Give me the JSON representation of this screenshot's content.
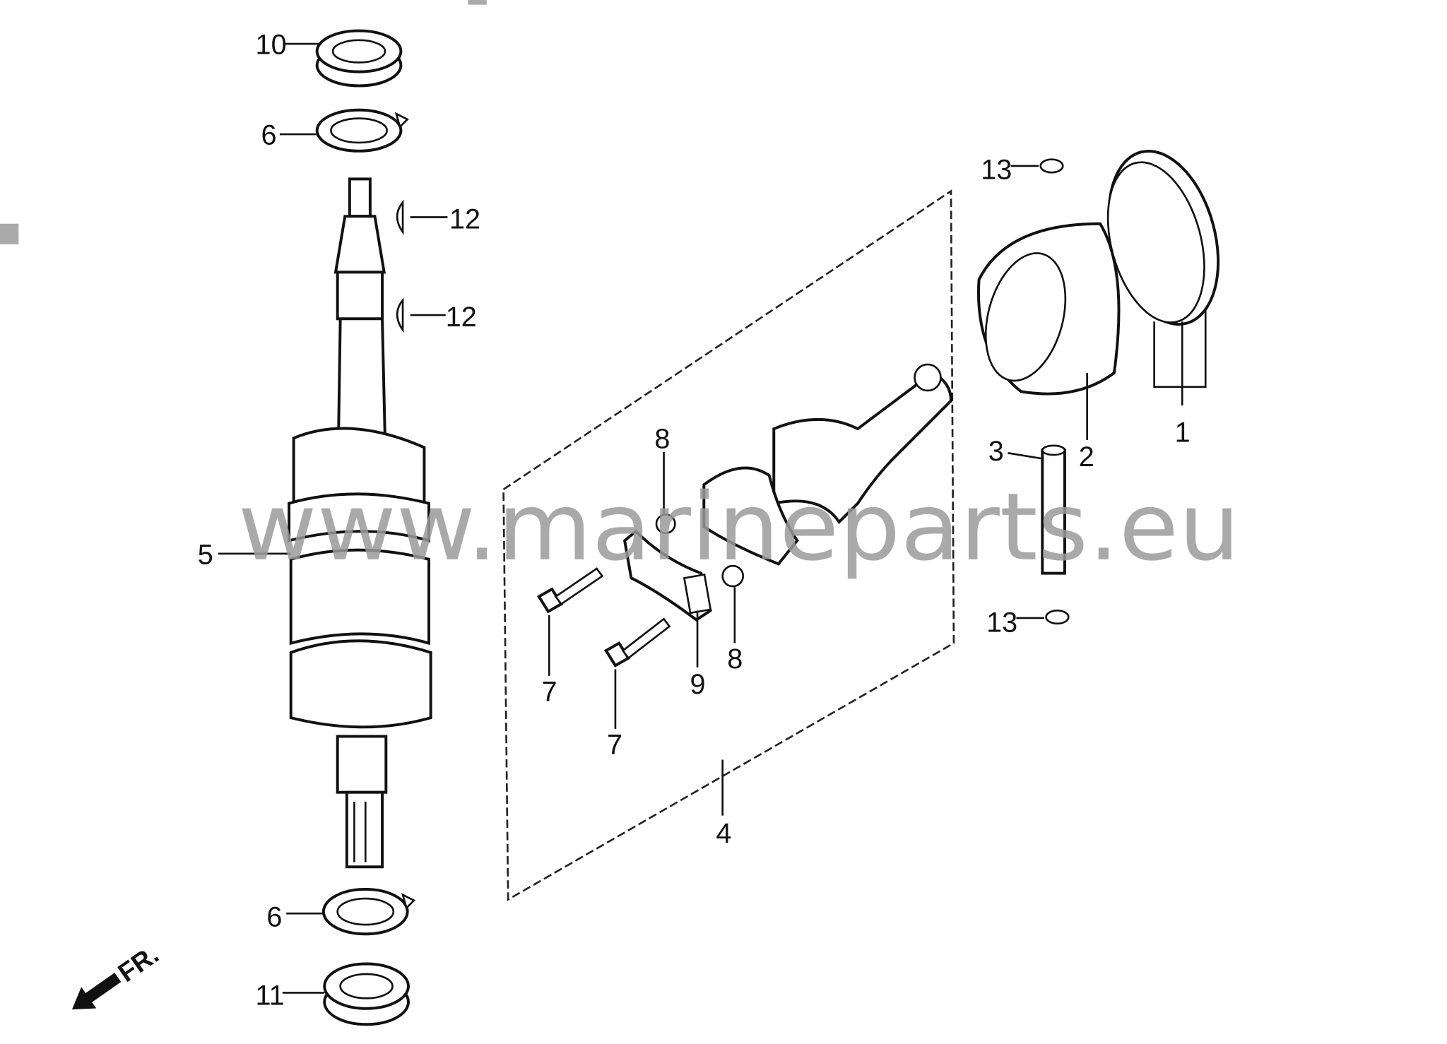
{
  "diagram": {
    "callouts": {
      "c10": "10",
      "c6a": "6",
      "c12a": "12",
      "c12b": "12",
      "c13a": "13",
      "c13b": "13",
      "c1": "1",
      "c2": "2",
      "c3": "3",
      "c4": "4",
      "c5": "5",
      "c6b": "6",
      "c7a": "7",
      "c7b": "7",
      "c8a": "8",
      "c8b": "8",
      "c9": "9",
      "c11": "11"
    },
    "front_arrow_label": "FR.",
    "watermark": "www.marineparts.eu",
    "colors": {
      "lines": "#111111",
      "watermark": "#9a9a9a",
      "background": "#ffffff"
    }
  }
}
